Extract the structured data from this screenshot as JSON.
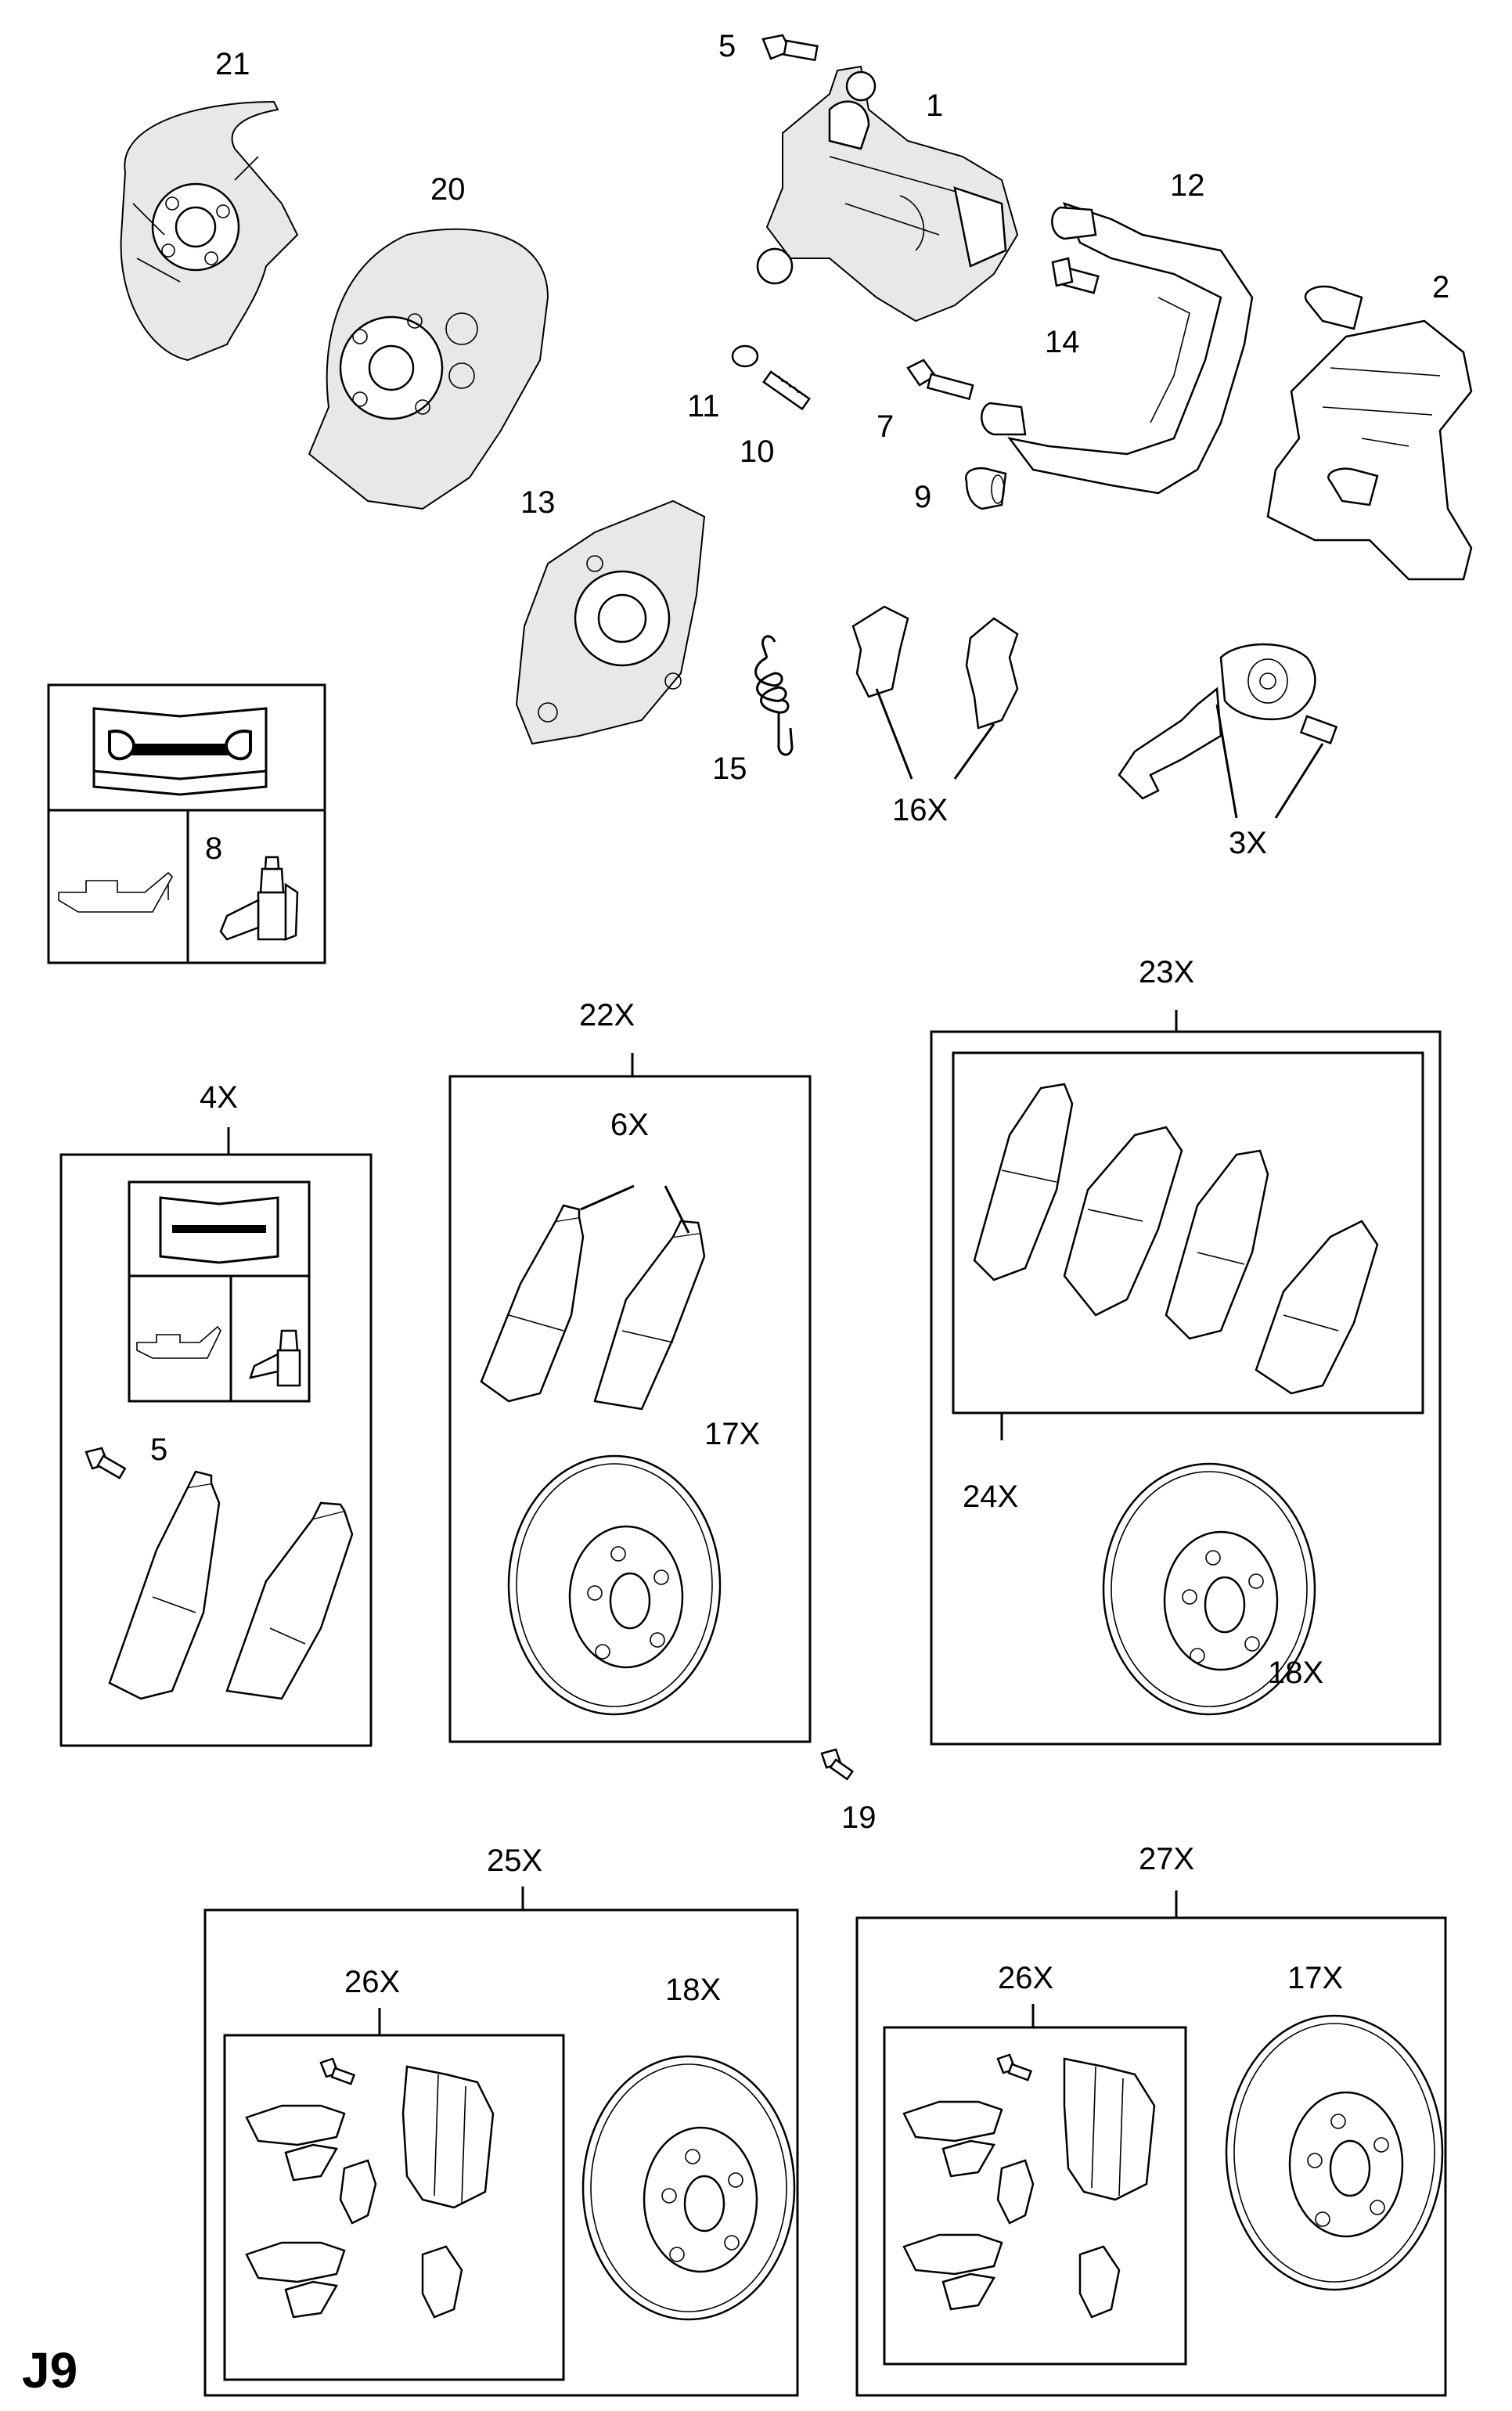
{
  "page_code": "J9",
  "callouts": {
    "c1": "1",
    "c2": "2",
    "c3x": "3X",
    "c4x": "4X",
    "c5a": "5",
    "c5b": "5",
    "c6x": "6X",
    "c7": "7",
    "c8": "8",
    "c9": "9",
    "c10": "10",
    "c11": "11",
    "c12": "12",
    "c13": "13",
    "c14": "14",
    "c15": "15",
    "c16x": "16X",
    "c17xa": "17X",
    "c17xb": "17X",
    "c18xa": "18X",
    "c18xb": "18X",
    "c19": "19",
    "c20": "20",
    "c21": "21",
    "c22x": "22X",
    "c23x": "23X",
    "c24x": "24X",
    "c25x": "25X",
    "c26xa": "26X",
    "c26xb": "26X",
    "c27x": "27X"
  },
  "icons": {
    "manual": "service-manual-icon",
    "oil_can": "oil-can-icon",
    "grease": "grease-tube-icon"
  }
}
